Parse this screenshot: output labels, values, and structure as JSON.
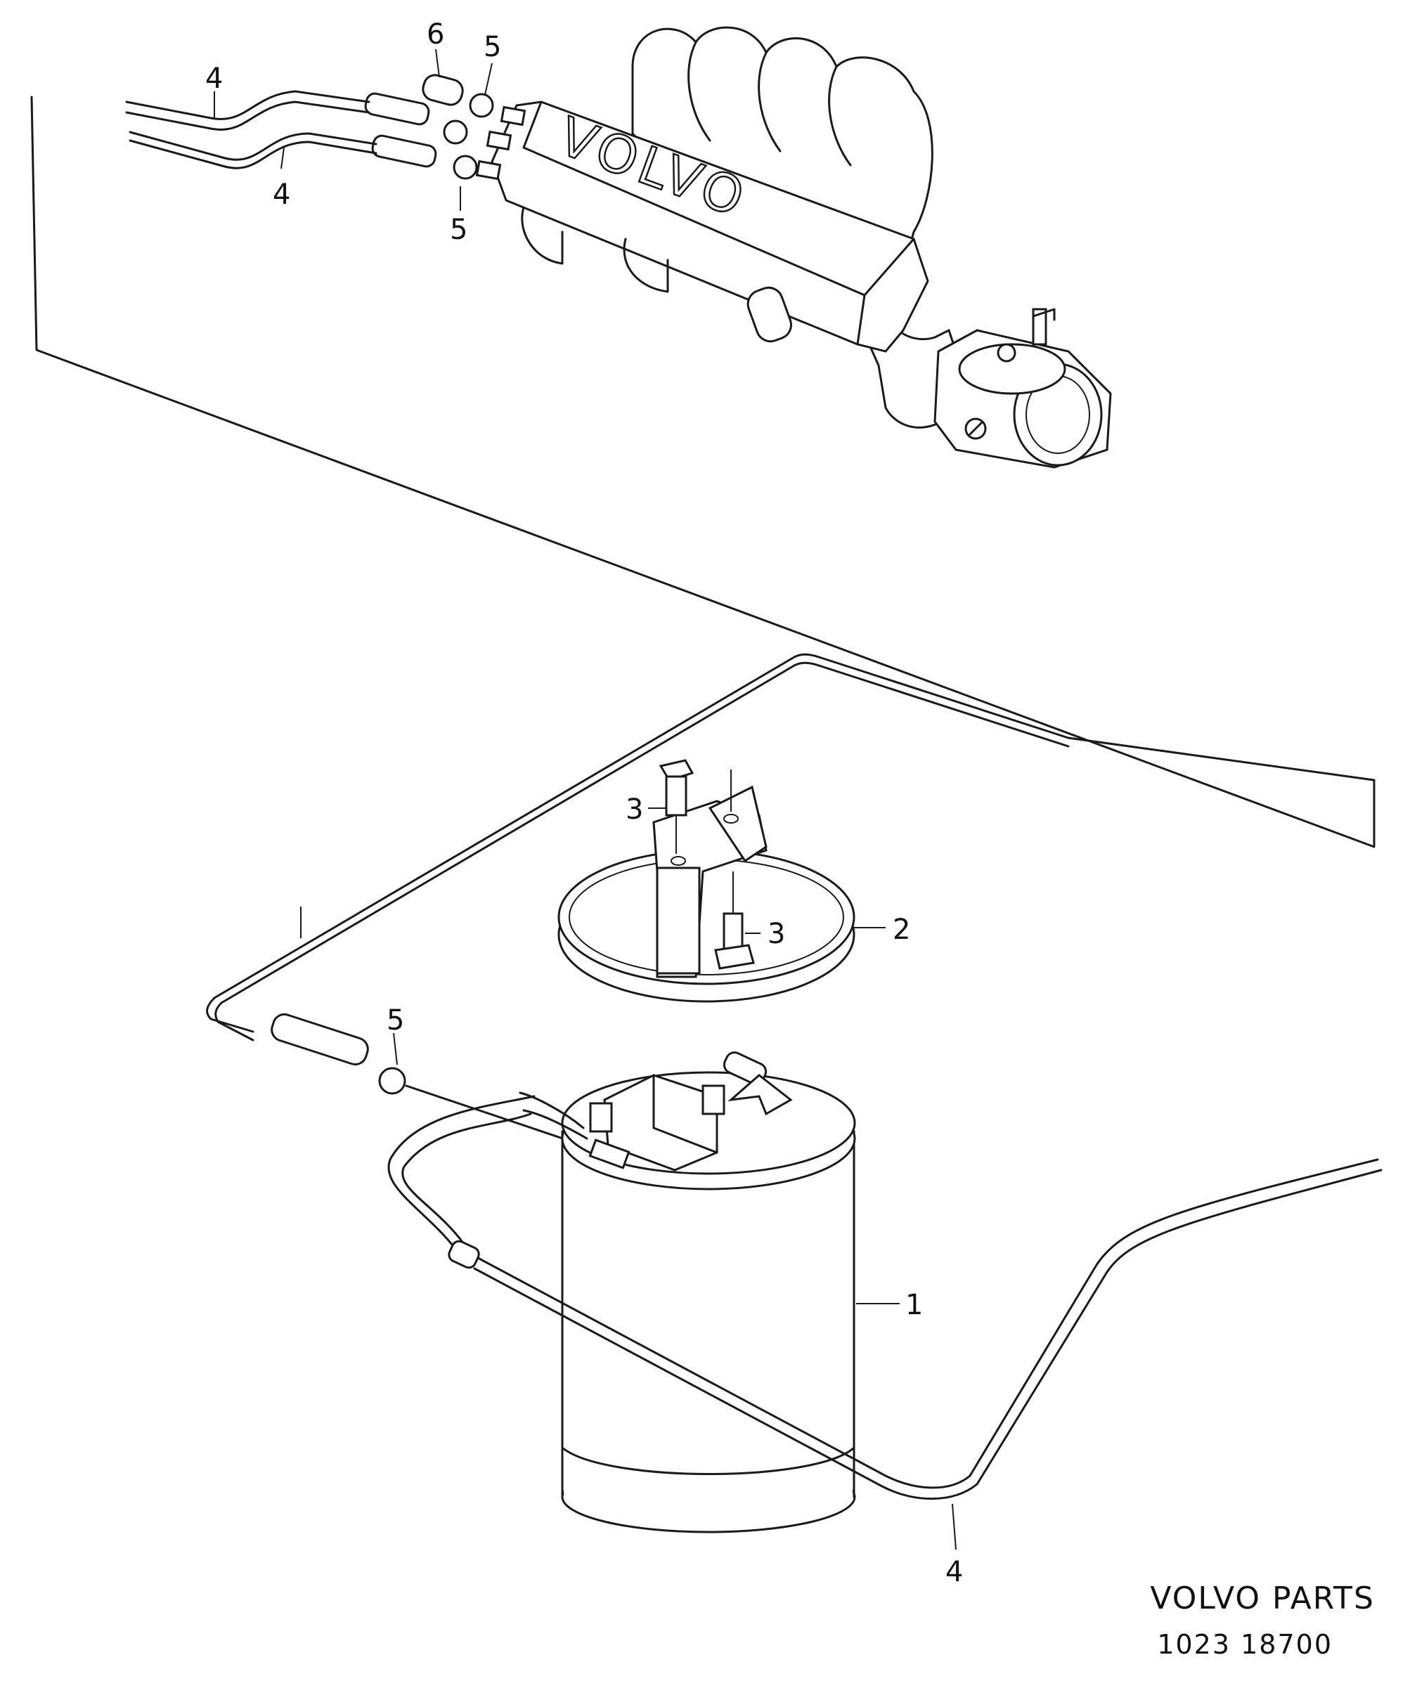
{
  "manifold_logo": "VOLVO",
  "callouts": [
    {
      "id": "c1",
      "label": "1"
    },
    {
      "id": "c2",
      "label": "2"
    },
    {
      "id": "c3a",
      "label": "3"
    },
    {
      "id": "c3b",
      "label": "3"
    },
    {
      "id": "c4a",
      "label": "4"
    },
    {
      "id": "c4b",
      "label": "4"
    },
    {
      "id": "c4c",
      "label": "4"
    },
    {
      "id": "c5a",
      "label": "5"
    },
    {
      "id": "c5b",
      "label": "5"
    },
    {
      "id": "c5c",
      "label": "5"
    },
    {
      "id": "c6",
      "label": "6"
    }
  ],
  "footer": {
    "brand": "VOLVO  PARTS",
    "code": "1023   18700"
  }
}
